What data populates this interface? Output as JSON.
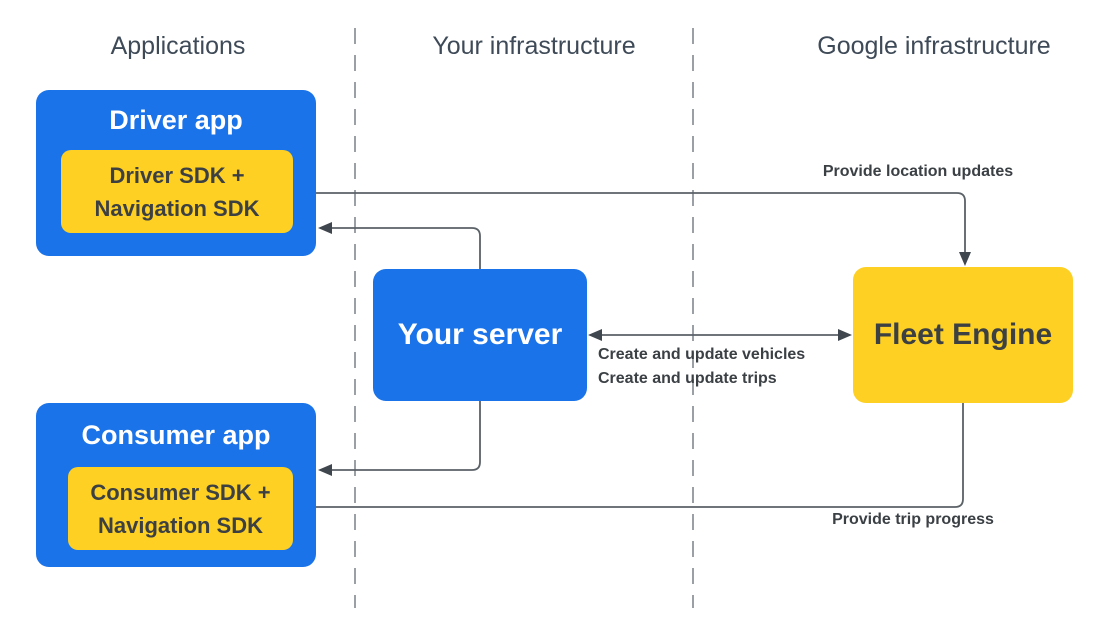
{
  "columns": {
    "applications": {
      "label": "Applications"
    },
    "your_infrastructure": {
      "label": "Your infrastructure"
    },
    "google_infrastructure": {
      "label": "Google infrastructure"
    }
  },
  "nodes": {
    "driver_app": {
      "label": "Driver app"
    },
    "driver_sdk": {
      "line1": "Driver SDK +",
      "line2": "Navigation SDK"
    },
    "consumer_app": {
      "label": "Consumer app"
    },
    "consumer_sdk": {
      "line1": "Consumer SDK +",
      "line2": "Navigation SDK"
    },
    "your_server": {
      "label": "Your server"
    },
    "fleet_engine": {
      "label": "Fleet Engine"
    }
  },
  "edges": {
    "provide_location_updates": {
      "label": "Provide location updates",
      "from": "Driver SDK + Navigation SDK",
      "to": "Fleet Engine"
    },
    "server_to_driver_app": {
      "label": "",
      "from": "Your server",
      "to": "Driver app"
    },
    "create_and_update": {
      "label_line1": "Create and update vehicles",
      "label_line2": "Create and update trips",
      "from": "Your server",
      "to": "Fleet Engine",
      "direction": "bidirectional"
    },
    "server_to_consumer_app": {
      "label": "",
      "from": "Your server",
      "to": "Consumer app"
    },
    "provide_trip_progress": {
      "label": "Provide trip progress",
      "from": "Fleet Engine",
      "to": "Consumer SDK + Navigation SDK"
    }
  },
  "colors": {
    "blue": "#1a73e8",
    "yellow": "#fdd023",
    "dark_text": "#3c4043",
    "header_text": "#3e4a57",
    "line": "#5a6167",
    "arrow": "#3f464d",
    "label_text": "#3b4045",
    "dash": "#9aa0a6",
    "bg": "#ffffff"
  }
}
